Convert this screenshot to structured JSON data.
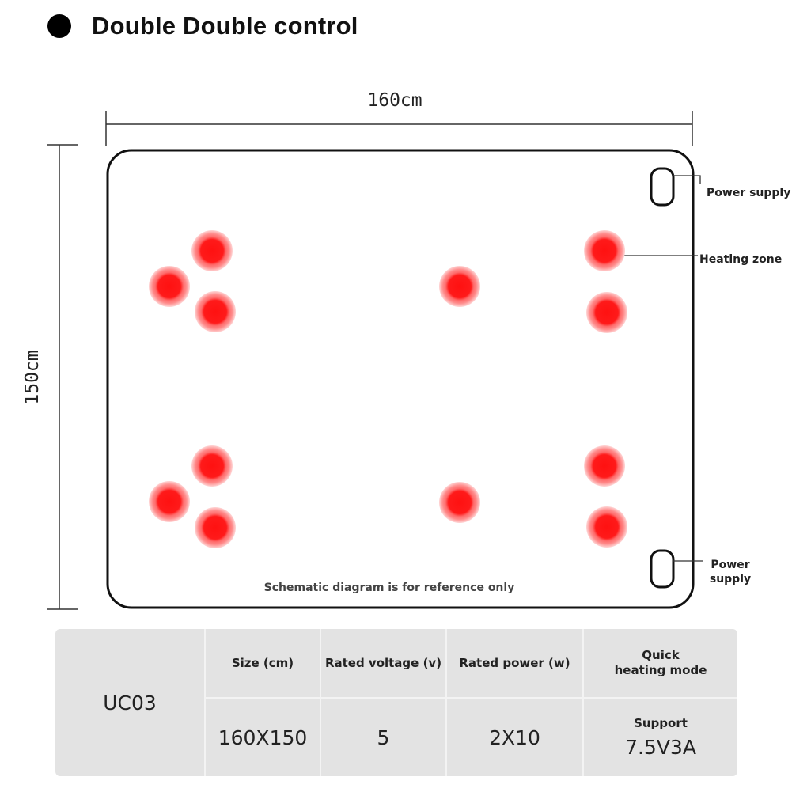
{
  "header": {
    "title": "Double Double control"
  },
  "diagram": {
    "width_label": "160cm",
    "height_label": "150cm",
    "callouts": {
      "power_supply_top": "Power supply",
      "heating_zone": "Heating zone",
      "power_supply_bottom_line1": "Power",
      "power_supply_bottom_line2": "supply"
    },
    "note": "Schematic diagram is for reference only",
    "heating_zone_color": "#ff1a1a"
  },
  "table": {
    "model": "UC03",
    "headers": {
      "size": "Size (cm)",
      "voltage": "Rated voltage (v)",
      "power": "Rated power (w)",
      "quick_line1": "Quick",
      "quick_line2": "heating mode"
    },
    "values": {
      "size": "160X150",
      "voltage": "5",
      "power": "2X10",
      "support": "Support",
      "quick": "7.5V3A"
    }
  }
}
